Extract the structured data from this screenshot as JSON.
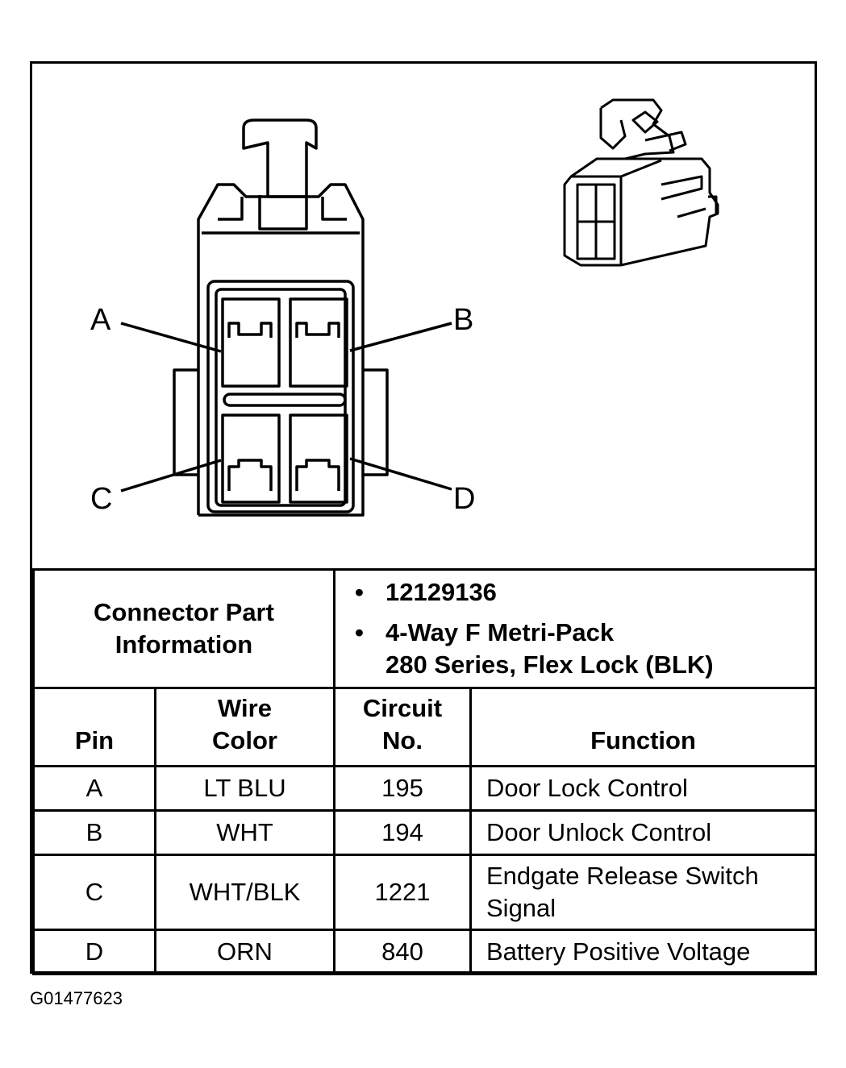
{
  "diagram": {
    "pin_labels": [
      "A",
      "B",
      "C",
      "D"
    ]
  },
  "part_info": {
    "label_line1": "Connector Part",
    "label_line2": "Information",
    "bullet": "•",
    "items": [
      "12129136",
      "4-Way F Metri-Pack",
      "280 Series, Flex Lock (BLK)"
    ]
  },
  "table": {
    "headers": {
      "pin": "Pin",
      "wire_line1": "Wire",
      "wire_line2": "Color",
      "circuit_line1": "Circuit",
      "circuit_line2": "No.",
      "function": "Function"
    },
    "rows": [
      {
        "pin": "A",
        "wire": "LT BLU",
        "circuit": "195",
        "function": "Door Lock Control"
      },
      {
        "pin": "B",
        "wire": "WHT",
        "circuit": "194",
        "function": "Door Unlock Control"
      },
      {
        "pin": "C",
        "wire": "WHT/BLK",
        "circuit": "1221",
        "function_line1": "Endgate Release Switch",
        "function_line2": "Signal"
      },
      {
        "pin": "D",
        "wire": "ORN",
        "circuit": "840",
        "function": "Battery Positive Voltage"
      }
    ]
  },
  "figure_id": "G01477623"
}
